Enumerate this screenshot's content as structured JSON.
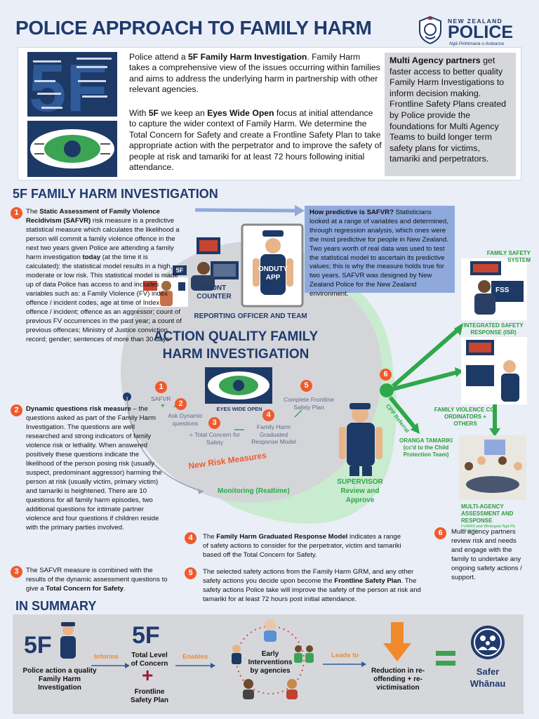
{
  "header": {
    "title": "POLICE APPROACH TO FAMILY HARM"
  },
  "logo": {
    "country": "NEW ZEALAND",
    "name": "POLICE",
    "tagline": "Ngā Pirihimana o Aotearoa"
  },
  "intro": {
    "para1_lead": "Police attend a ",
    "para1_bold": "5F Family Harm Investigation",
    "para1_rest": ".  Family Harm takes a comprehensive view of the issues occurring within families and aims to address the underlying harm in partnership with other relevant agencies.",
    "para2_a": "With ",
    "para2_b1": "5F",
    "para2_c": " we keep an ",
    "para2_b2": "Eyes Wide Open",
    "para2_d": " focus at initial attendance to capture the wider context of Family Harm.  We determine the Total Concern for Safety and create a Frontline Safety Plan to take appropriate action with the perpetrator and to improve the safety of people at risk and tamariki for at least 72 hours following initial attendance."
  },
  "multi_agency": {
    "bold": "Multi Agency partners",
    "rest": " get faster access to better quality Family Harm Investigations to inform decision making. Frontline Safety Plans created by Police provide the foundations for Multi Agency Teams to build longer term safety plans for victims, tamariki and perpetrators."
  },
  "section_5f": {
    "title": "5F FAMILY HARM INVESTIGATION"
  },
  "steps": {
    "s1_num": "1",
    "s1_a": "The ",
    "s1_b": "Static Assessment of Family Violence Recidivism (SAFVR)",
    "s1_c": " risk measure is a predictive statistical measure which calculates the likelihood a person will commit a family violence offence in the next two years given Police are attending a family harm investigation ",
    "s1_d": "today",
    "s1_e": " (at the time it is calculated): the statistical model results in a high, moderate or low risk.  This statistical model is made up of data Police has access to and includes variables such as: a Family Violence (FV) index offence / incident codes, age at time of Index offence / incident;  offence as an aggressor;  count of previous FV occurrences in the past year; a count of previous offences; Ministry of Justice conviction record; gender; sentences of more than 30 days",
    "s2_num": "2",
    "s2_a": "Dynamic questions risk measure",
    "s2_b": " –  the questions asked as part of the Family Harm Investigation.  The questions are well researched and strong indicators of family violence risk or lethality.  When answered positively these questions indicate the likelihood of the person posing risk (usually suspect, predominant aggressor) harming the person at risk (usually victim, primary victim) and tamariki is heightened.  There are 10 questions for all family harm episodes, two additional questions for intimate partner violence and four questions if children reside with the primary parties involved.",
    "s3_num": "3",
    "s3_a": "The SAFVR measure is combined with the results of the dynamic assessment questions to give a ",
    "s3_b": "Total Concern for Safety",
    "s3_c": ".",
    "s4_num": "4",
    "s4_a": "The ",
    "s4_b": "Family Harm Graduated Response Model",
    "s4_c": " indicates a range of safety actions to consider for the perpetrator, victim and tamariki based off the Total Concern for Safety.",
    "s5_num": "5",
    "s5_a": "The selected safety actions from the Family Harm GRM, and any other safety actions you decide upon become the ",
    "s5_b": "Frontline Safety Plan",
    "s5_c": ".  The safety actions Police take will improve the safety of the person at risk and tamariki for at least 72 hours post initial attendance.",
    "s6_num": "6",
    "s6_text": "Multi agency partners review risk and needs and engage with the family to undertake any ongoing safety actions / support."
  },
  "predictive": {
    "bold": "How predictive is SAFVR?",
    "rest": " Statisticians looked at a range of variables and determined, through regression analysis, which ones were the most predictive for people in New Zealand.  Two years worth of real data was used to test the statistical model to ascertain its predictive values; this is why the measure holds true for two years. SAFVR was designed by New Zealand Police for the New Zealand environment."
  },
  "diagram": {
    "front_counter": "FRONT COUNTER",
    "onduty_app": "ONDUTY APP",
    "reporting": "REPORTING OFFICER AND TEAM",
    "action_title": "ACTION QUALITY FAMILY HARM INVESTIGATION",
    "eyes_label": "EYES WIDE OPEN",
    "n1": "1",
    "n2": "2",
    "n3": "3",
    "n4": "4",
    "n5": "5",
    "n6": "6",
    "safvr": "SAFVR",
    "plus": "+",
    "dynamic_q": "Ask Dynamic questions",
    "total_concern": "= Total Concern for Safety",
    "grm": "Family Harm Graduated Response Model",
    "complete_plan": "Complete Frontline Safety Plan",
    "new_risk": "New Risk Measures",
    "monitoring": "Monitoring (Realtime)",
    "supervisor": "SUPERVISOR",
    "review": "Review and Approve",
    "cpp": "CPP Referral",
    "oranga": "ORANGA TAMARIKI",
    "oranga_sub": "(cc'd to the Child Protection Team)",
    "fss_label": "FAMILY SAFETY SYSTEM",
    "fss_screen": "FSS",
    "isr": "INTEGRATED SAFETY RESPONSE (ISR)",
    "fvc": "FAMILY VIOLENCE CO-ORDINATORS + OTHERS",
    "mar": "MULTI-AGENCY ASSESSMENT AND RESPONSE",
    "mar_sub": "FVIARS and Whāngaia Ngā Pā Harakeke",
    "sign_5f": "5F"
  },
  "summary": {
    "title": "IN SUMMARY",
    "item1": "Police action a quality Family Harm Investigation",
    "informs": "Informs",
    "item2_logo": "5F",
    "item2": "Total Level of Concern",
    "plus": "+",
    "item2b": "Frontline Safety Plan",
    "enables": "Enables",
    "item3": "Early Interventions by agencies",
    "leads": "Leads to",
    "item4": "Reduction in re-offending + re-victimisation",
    "item5": "Safer Whānau",
    "logo_5f": "5F"
  },
  "colors": {
    "navy": "#1f3a6e",
    "orange": "#ef5a2d",
    "green": "#2ea84a",
    "light_green": "#c9ebcf",
    "grey": "#d6d7db",
    "blue_box": "#8fa9dd"
  }
}
